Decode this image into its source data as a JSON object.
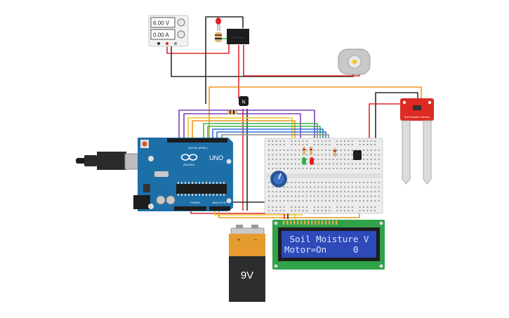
{
  "power_supply": {
    "voltage": "6.00 V",
    "current": "0.00 A"
  },
  "arduino": {
    "brand": "UNO",
    "model_text": "ARDUINO",
    "digital_label": "DIGITAL (PWM~)",
    "power_label": "POWER",
    "analog_label": "ANALOG IN"
  },
  "transistor": {
    "label": "N"
  },
  "soil_sensor": {
    "label": "Soil Moisture Sensor"
  },
  "battery": {
    "label": "9V",
    "plus": "+",
    "minus": "−"
  },
  "lcd": {
    "line1": " Soil Moisture V",
    "line2": "Motor=On     0"
  },
  "colors": {
    "wire_red": "#e0262b",
    "wire_black": "#2b2b2b",
    "wire_orange": "#f0961e",
    "wire_yellow": "#f2c516",
    "wire_green": "#39b54a",
    "wire_blue": "#2e6fd8",
    "wire_purple": "#7b3fb5",
    "arduino_blue": "#1d6fa8",
    "lcd_blue": "#2d4ab8",
    "pcb_green": "#2fa24a"
  }
}
